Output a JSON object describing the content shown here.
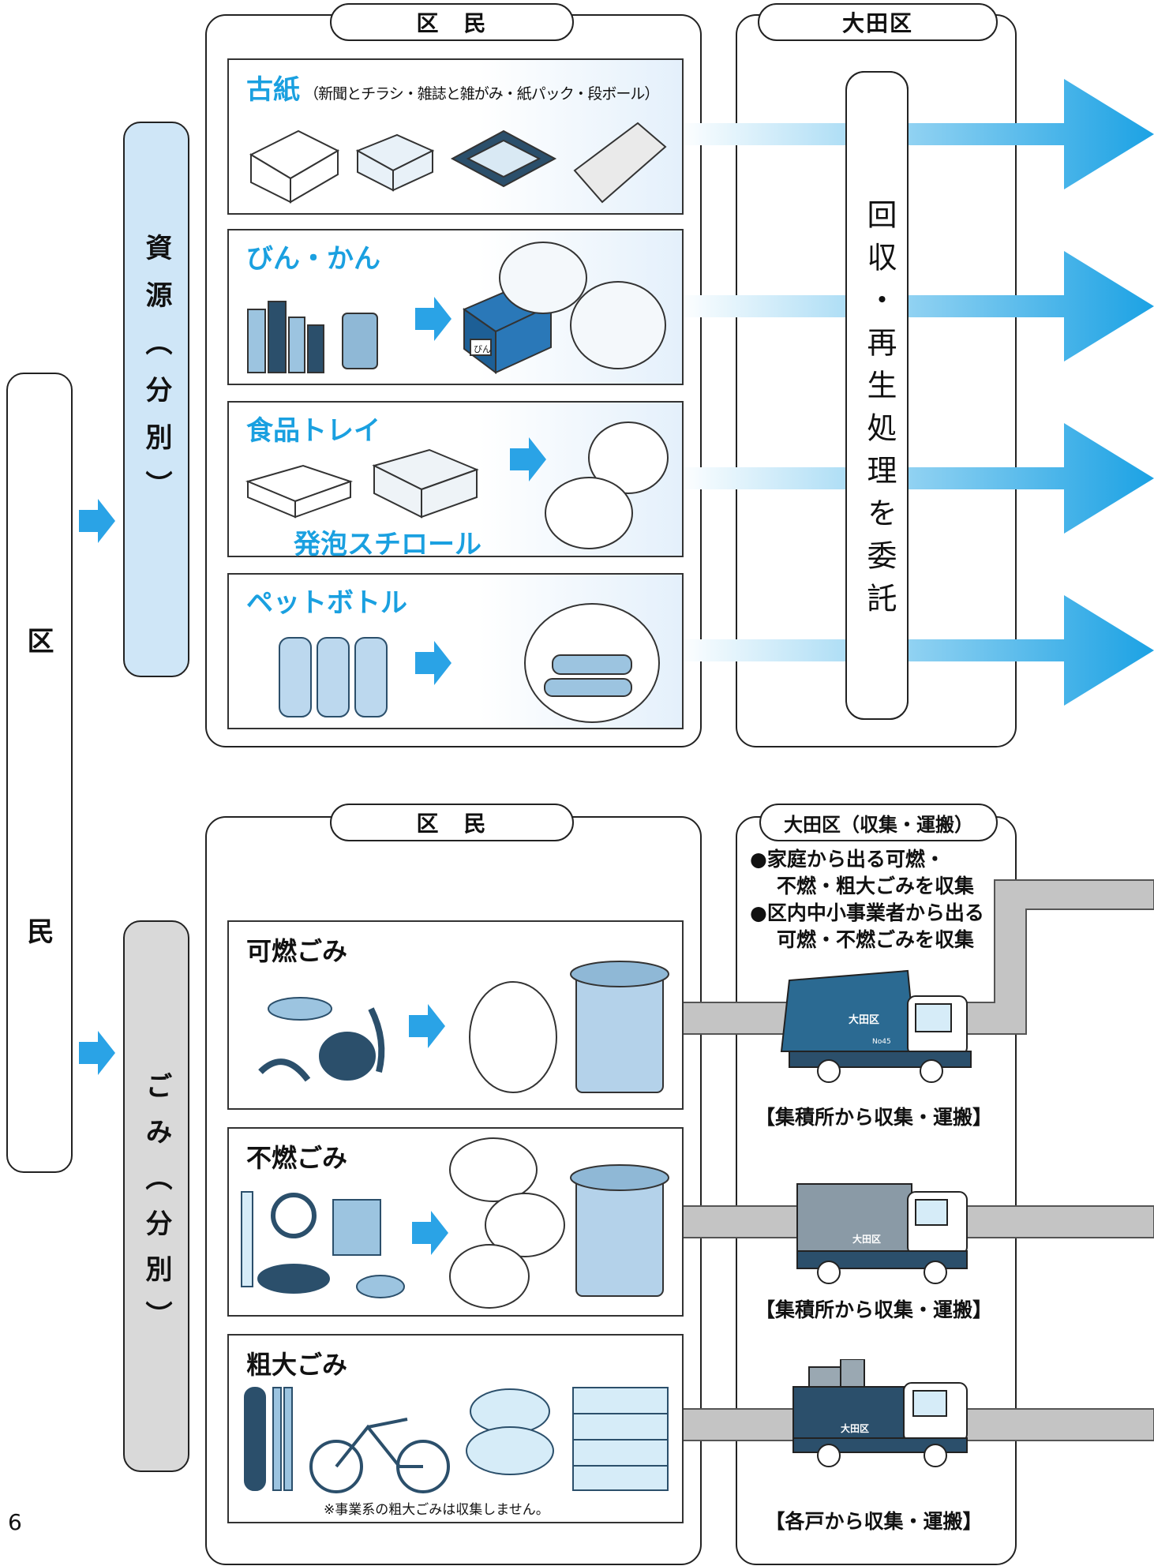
{
  "page_number": "6",
  "left_label": "区　民",
  "resources": {
    "header_left": "区　民",
    "header_right": "大田区",
    "side_label": "資源（分別）",
    "center_label": "回収・再生処理を委託",
    "items": [
      {
        "title": "古紙",
        "subtitle": "（新聞とチラシ・雑誌と雑がみ・紙パック・段ボール）"
      },
      {
        "title": "びん・かん",
        "box_label": "びん"
      },
      {
        "title": "食品トレイ",
        "extra": "発泡スチロール"
      },
      {
        "title": "ペットボトル"
      }
    ]
  },
  "garbage": {
    "header_left": "区　民",
    "header_right": "大田区（収集・運搬）",
    "side_label": "ごみ（分別）",
    "notes": [
      "●家庭から出る可燃・",
      "不燃・粗大ごみを収集",
      "●区内中小事業者から出る",
      "可燃・不燃ごみを収集"
    ],
    "items": [
      {
        "title": "可燃ごみ",
        "caption": "【集積所から収集・運搬】"
      },
      {
        "title": "不燃ごみ",
        "caption": "【集積所から収集・運搬】"
      },
      {
        "title": "粗大ごみ",
        "caption": "【各戸から収集・運搬】",
        "note": "※事業系の粗大ごみは収集しません。"
      }
    ],
    "truck_labels": [
      "大田区",
      "大田区",
      "大田区"
    ],
    "truck_number": "No45"
  },
  "colors": {
    "accent": "#1aa0e0",
    "pill_blue": "#cfe6f7",
    "pill_gray": "#d9d9d9",
    "road": "#bdbdbd"
  }
}
